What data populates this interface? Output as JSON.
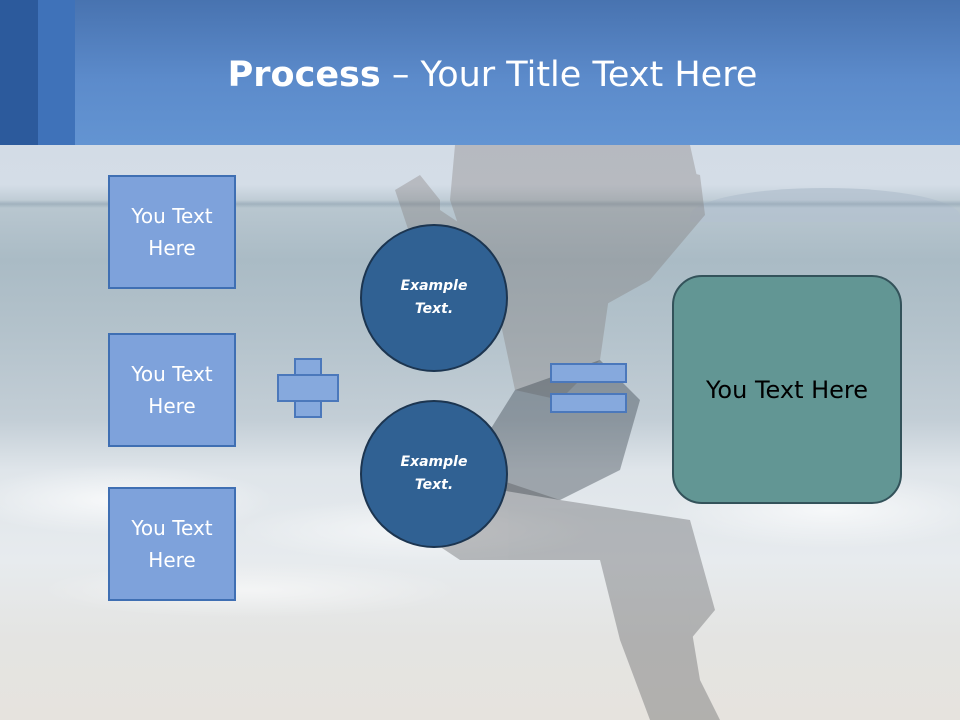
{
  "slide": {
    "title_bold": "Process",
    "title_rest": " – Your Title Text Here",
    "left_boxes": [
      "You Text Here",
      "You Text Here",
      "You Text Here"
    ],
    "circles": [
      "Example Text.",
      "Example Text."
    ],
    "result_box": "You Text Here",
    "operators": {
      "plus": "plus-icon",
      "equals": "equals-icon"
    }
  },
  "colors": {
    "header": "#5c8bcb",
    "box_fill": "#7ea2db",
    "circle_fill": "#306193",
    "result_fill": "#629694"
  }
}
